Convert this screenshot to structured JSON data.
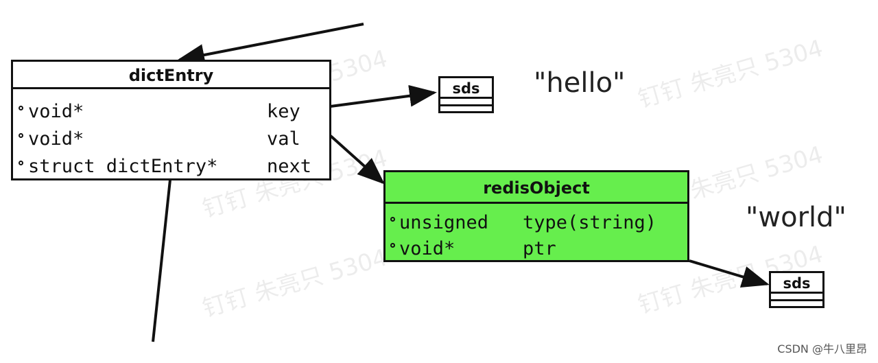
{
  "colors": {
    "line": "#111111",
    "object_fill": "#66ee4d",
    "box_fill": "#ffffff"
  },
  "dict_entry": {
    "title": "dictEntry",
    "fields": [
      {
        "type": "void*",
        "name": "key"
      },
      {
        "type": "void*",
        "name": "val"
      },
      {
        "type": "struct dictEntry*",
        "name": "next"
      }
    ]
  },
  "redis_object": {
    "title": "redisObject",
    "fields": [
      {
        "type": "unsigned",
        "name": "type(string)"
      },
      {
        "type": "void*",
        "name": "ptr"
      }
    ]
  },
  "sds_key": {
    "label": "sds"
  },
  "sds_val": {
    "label": "sds"
  },
  "key_value": "\"hello\"",
  "val_value": "\"world\"",
  "watermark_text": "钉钉 朱亮只 5304",
  "credit": "CSDN @牛八里昂"
}
